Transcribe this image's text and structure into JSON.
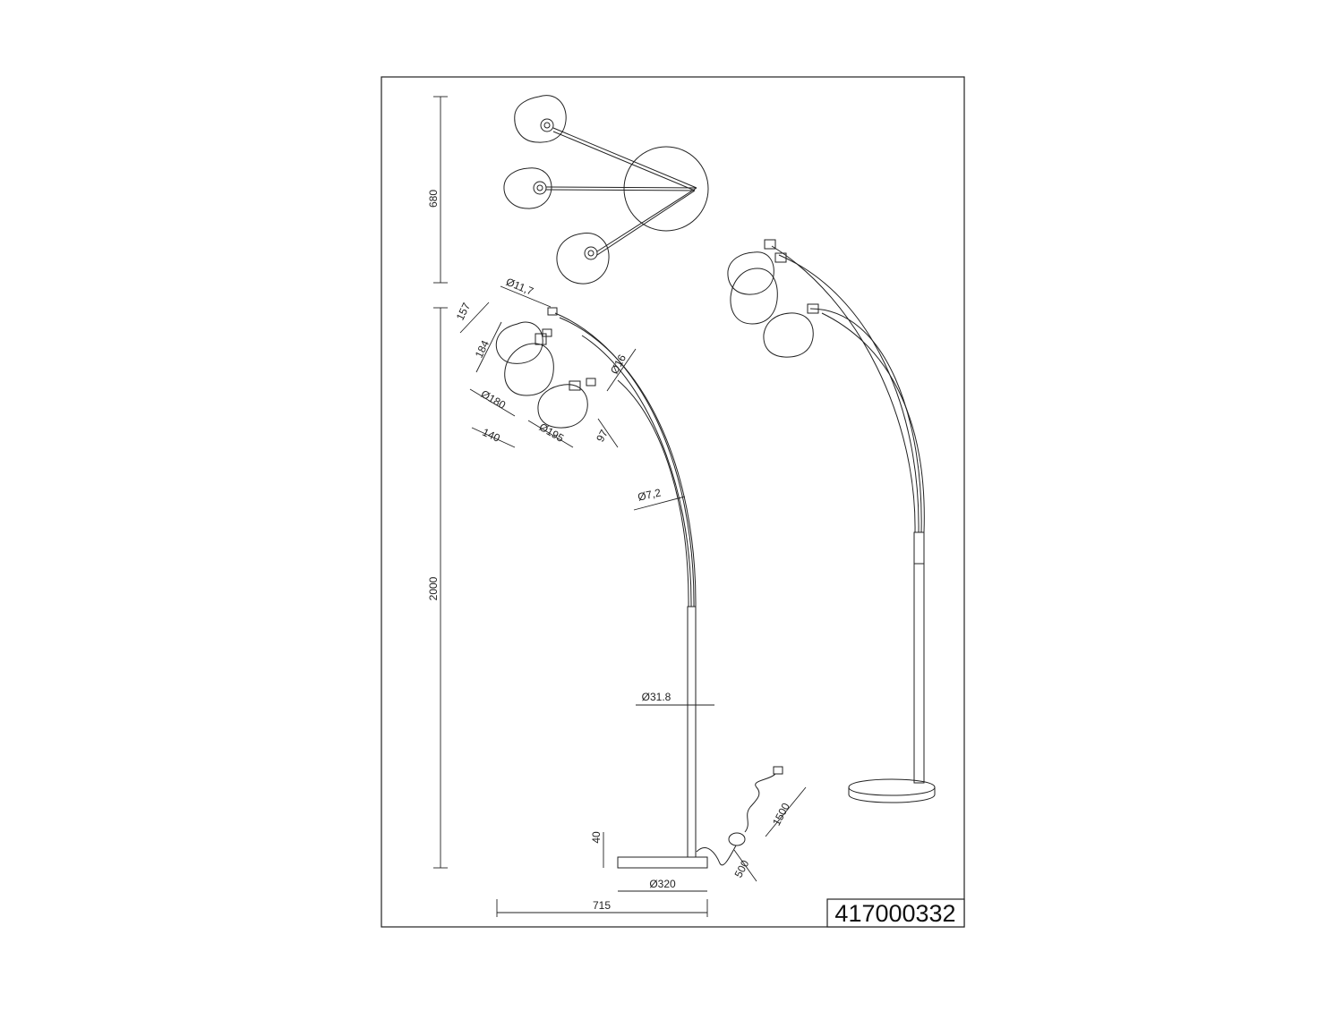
{
  "drawing": {
    "product_code": "417000332",
    "dimensions": {
      "top_view_depth": "680",
      "total_height": "2000",
      "total_width": "715",
      "base_diameter": "Ø320",
      "base_height": "40",
      "pole_diameter": "Ø31.8",
      "arm_diameter_lower": "Ø7,2",
      "arm_diameter_upper": "Ø16",
      "holder_diameter": "Ø11,7",
      "holder_length": "157",
      "shade_height": "184",
      "shade_diameter_a": "Ø180",
      "shade_width": "140",
      "shade_diameter_b": "Ø195",
      "shade_small_height": "97",
      "cable_length": "1500",
      "switch_distance": "500"
    }
  }
}
